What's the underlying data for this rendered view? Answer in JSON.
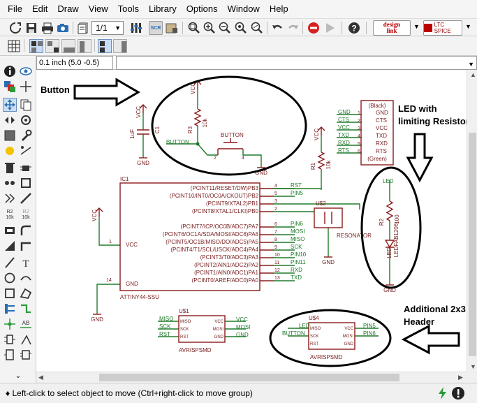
{
  "menu": [
    "File",
    "Edit",
    "Draw",
    "View",
    "Tools",
    "Library",
    "Options",
    "Window",
    "Help"
  ],
  "toolbar": {
    "zoom_value": "1/1",
    "design_link_label": "design\nlink",
    "ltspice_label": "LTC SPICE"
  },
  "command": {
    "coordinate": "0.1 inch (5.0 -0.5)",
    "input_value": ""
  },
  "annotations": {
    "button": "Button",
    "led_line1": "LED with",
    "led_line2": "limiting Resistor",
    "header_line1": "Additional 2x3",
    "header_line2": "Header"
  },
  "schematic": {
    "net_labels": {
      "vcc_top": "VCC",
      "vcc_cap": "VCC",
      "vcc_r1": "VCC",
      "vcc_mcu": "VCC",
      "gnd_cap": "GND",
      "gnd_button": "GND",
      "gnd_mcu": "GND",
      "gnd_res": "GND",
      "gnd_led": "GND",
      "led_top": "LED",
      "button_net": "BUTTON"
    },
    "parts": {
      "cap_value": "1uF",
      "cap_name": "C1",
      "r3_name": "R3",
      "r3_value": "10k",
      "button_name": "BUTTON",
      "r1_name": "R1",
      "r1_value": "10k",
      "r2_name": "R2",
      "r2_value": "100",
      "led_name": "LED",
      "led_value": "LEDFAB1206",
      "ic_name": "IC1",
      "ic_value": "ATTINY44-SSU",
      "resonator_name": "U$2",
      "resonator_value": "RESONATOR",
      "u1_name": "U$1",
      "u1_value": "AVRISPSMD",
      "u4_name": "U$4",
      "u4_value": "AVRISPSMD"
    },
    "ic_pins_left": [
      {
        "label": "(PCINT11/RESET/DW)PB3",
        "num": "4",
        "net": "RST"
      },
      {
        "label": "(PCINT10/INT0/OC0A/CKOUT)PB2",
        "num": "5",
        "net": "PIN5"
      },
      {
        "label": "(PCINT9/XTAL2)PB1",
        "num": "3",
        "net": ""
      },
      {
        "label": "(PCINT8/XTAL1/CLKI)PB0",
        "num": "2",
        "net": ""
      },
      {
        "label": "(PCINT7/ICP/OC0B/ADC7)PA7",
        "num": "6",
        "net": "PIN6"
      },
      {
        "label": "(PCINT6/OC1A/SDA/MOSI/ADC6)PA6",
        "num": "7",
        "net": "MOSI"
      },
      {
        "label": "(PCINT5/OC1B/MISO/DO/ADC5)PA5",
        "num": "8",
        "net": "MISO"
      },
      {
        "label": "(PCINT4/T1/SCL/USCK/ADC4)PA4",
        "num": "9",
        "net": "SCK"
      },
      {
        "label": "(PCINT3/T0/ADC3)PA3",
        "num": "10",
        "net": "PIN10"
      },
      {
        "label": "(PCINT2/AIN1/ADC2)PA2",
        "num": "11",
        "net": "PIN11"
      },
      {
        "label": "(PCINT1/AIN0/ADC1)PA1",
        "num": "12",
        "net": "RXD"
      },
      {
        "label": "(PCINT0/AREF/ADC0)PA0",
        "num": "13",
        "net": "TXD"
      }
    ],
    "ic_vcc_pin": {
      "label": "VCC",
      "num": "1"
    },
    "ic_gnd_pin": {
      "label": "GND",
      "num": "14"
    },
    "ftdi_header": {
      "top": "(Black)",
      "bottom": "(Green)",
      "pins": [
        "GND",
        "CTS",
        "VCC",
        "TXD",
        "RXD",
        "RTS"
      ],
      "nets": [
        "GND",
        "CTS",
        "VCC",
        "TXD",
        "RXD",
        "RTS"
      ],
      "nums": [
        "1",
        "2",
        "3",
        "4",
        "5",
        "6"
      ]
    },
    "u1_nets_left": [
      "MISO",
      "SCK",
      "RST"
    ],
    "u1_nets_right": [
      "VCC",
      "MOSI",
      "GND"
    ],
    "u1_pins_left": [
      "MISO",
      "SCK",
      "RST"
    ],
    "u1_pins_right": [
      "VCC",
      "MOSI",
      "GND"
    ],
    "u4_nets_left": [
      "LED",
      "BUTTON",
      ""
    ],
    "u4_nets_right": [
      "PIN5",
      "PIN6",
      ""
    ],
    "u4_pins_left": [
      "MISO",
      "SCK",
      "RST"
    ],
    "u4_pins_right": [
      "VCC",
      "MOSI",
      "GND"
    ]
  },
  "status": {
    "message": "Left-click to select object to move (Ctrl+right-click to move group)"
  },
  "colors": {
    "wire": "#1f7a2a",
    "symbol": "#8b1a1a",
    "pin": "#b22222",
    "net_text": "#1f7a2a",
    "label_text": "#7a2020",
    "ellipse": "#000000"
  }
}
